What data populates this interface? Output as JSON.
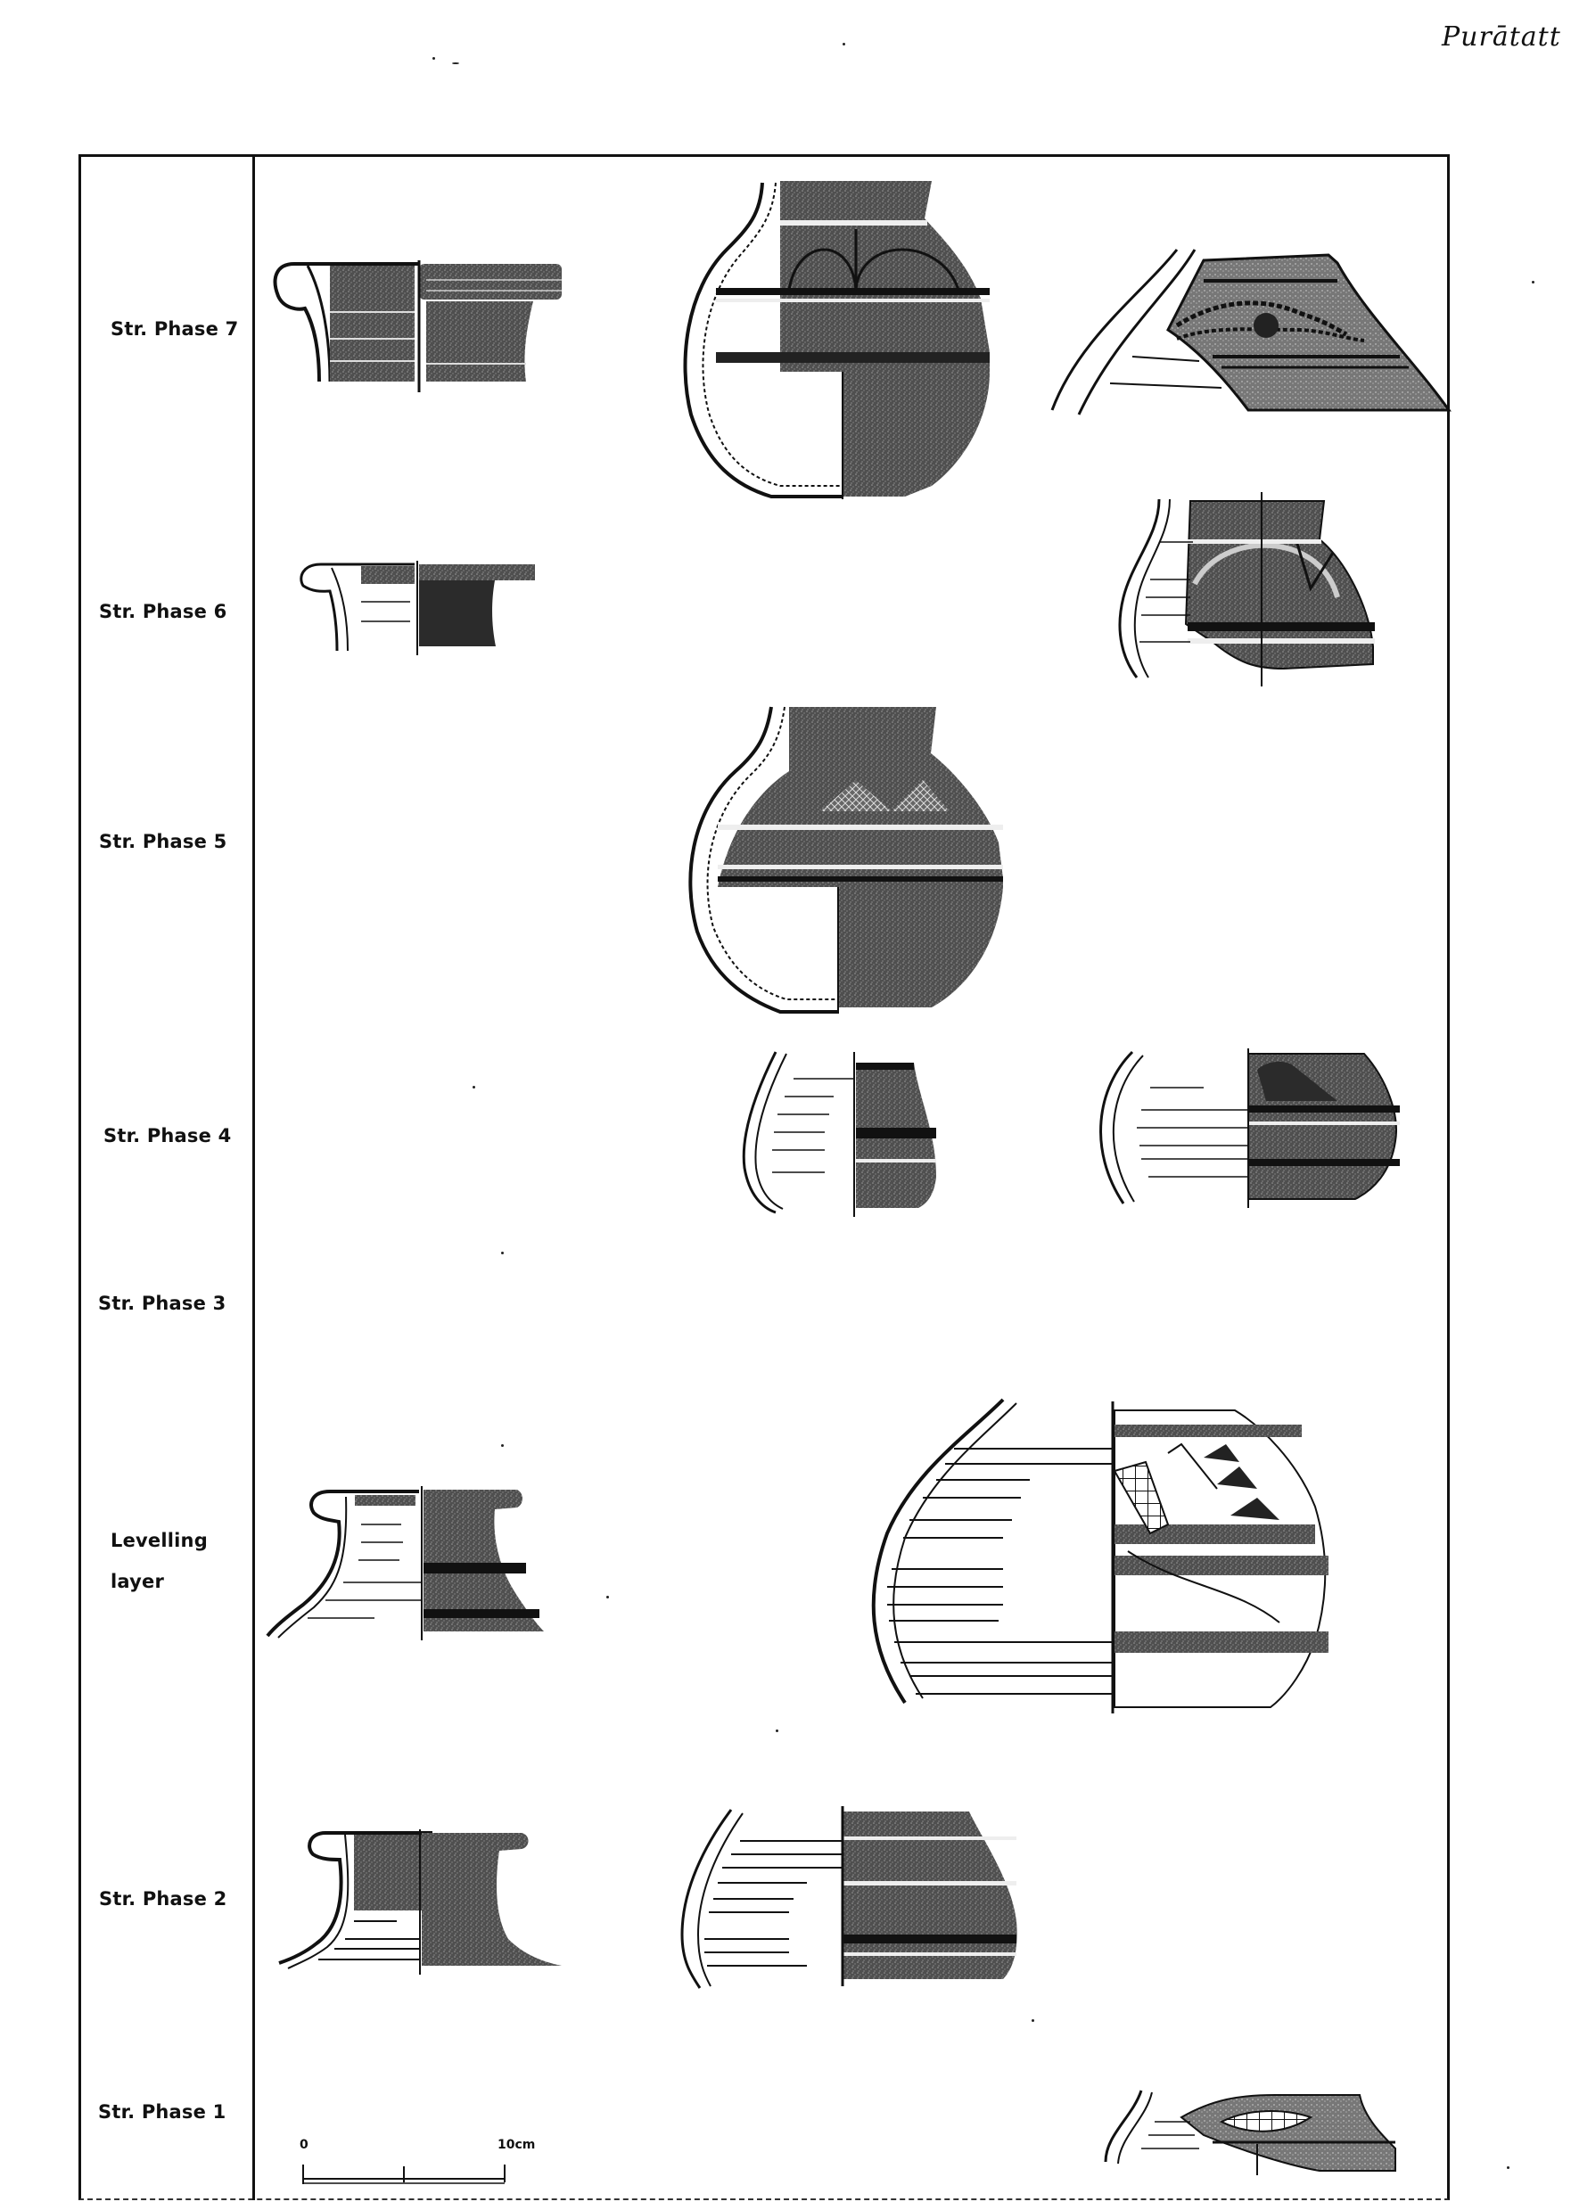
{
  "page": {
    "running_head": "Purātatt"
  },
  "figure": {
    "phases": [
      {
        "id": "phase-7",
        "label": "Str. Phase 7"
      },
      {
        "id": "phase-6",
        "label": "Str. Phase 6"
      },
      {
        "id": "phase-5",
        "label": "Str. Phase 5"
      },
      {
        "id": "phase-4",
        "label": "Str. Phase 4"
      },
      {
        "id": "phase-3",
        "label": "Str. Phase 3"
      },
      {
        "id": "levelling",
        "label": "Levelling layer",
        "line1": "Levelling",
        "line2": "layer"
      },
      {
        "id": "phase-2",
        "label": "Str. Phase 2"
      },
      {
        "id": "phase-1",
        "label": "Str. Phase 1"
      }
    ],
    "vessels": [
      {
        "phase": "Str. Phase 7",
        "type": "flared rim bowl",
        "position": "left"
      },
      {
        "phase": "Str. Phase 7",
        "type": "globular jar with arch motif",
        "position": "center"
      },
      {
        "phase": "Str. Phase 7",
        "type": "shoulder sherd with leaf motif",
        "position": "right"
      },
      {
        "phase": "Str. Phase 6",
        "type": "small flared rim",
        "position": "left"
      },
      {
        "phase": "Str. Phase 6",
        "type": "jar with arch motif",
        "position": "right"
      },
      {
        "phase": "Str. Phase 5",
        "type": "globular jar with hatched triangles",
        "position": "center"
      },
      {
        "phase": "Str. Phase 4",
        "type": "small jar",
        "position": "center"
      },
      {
        "phase": "Str. Phase 4",
        "type": "bowl sherd with animal motif",
        "position": "right"
      },
      {
        "phase": "Levelling layer",
        "type": "flared rim jar",
        "position": "left"
      },
      {
        "phase": "Levelling layer",
        "type": "large globular jar with triangles and net pattern",
        "position": "right"
      },
      {
        "phase": "Str. Phase 2",
        "type": "flared rim jar",
        "position": "left"
      },
      {
        "phase": "Str. Phase 2",
        "type": "jar body",
        "position": "center"
      },
      {
        "phase": "Str. Phase 1",
        "type": "sherd with net/fish motif",
        "position": "right"
      }
    ],
    "scale_bar": {
      "start_label": "0",
      "end_label": "10cm"
    },
    "colors": {
      "ink": "#111111",
      "slip": "#5a5a5a",
      "slip_light": "#8a8a8a",
      "paper": "#ffffff"
    }
  }
}
